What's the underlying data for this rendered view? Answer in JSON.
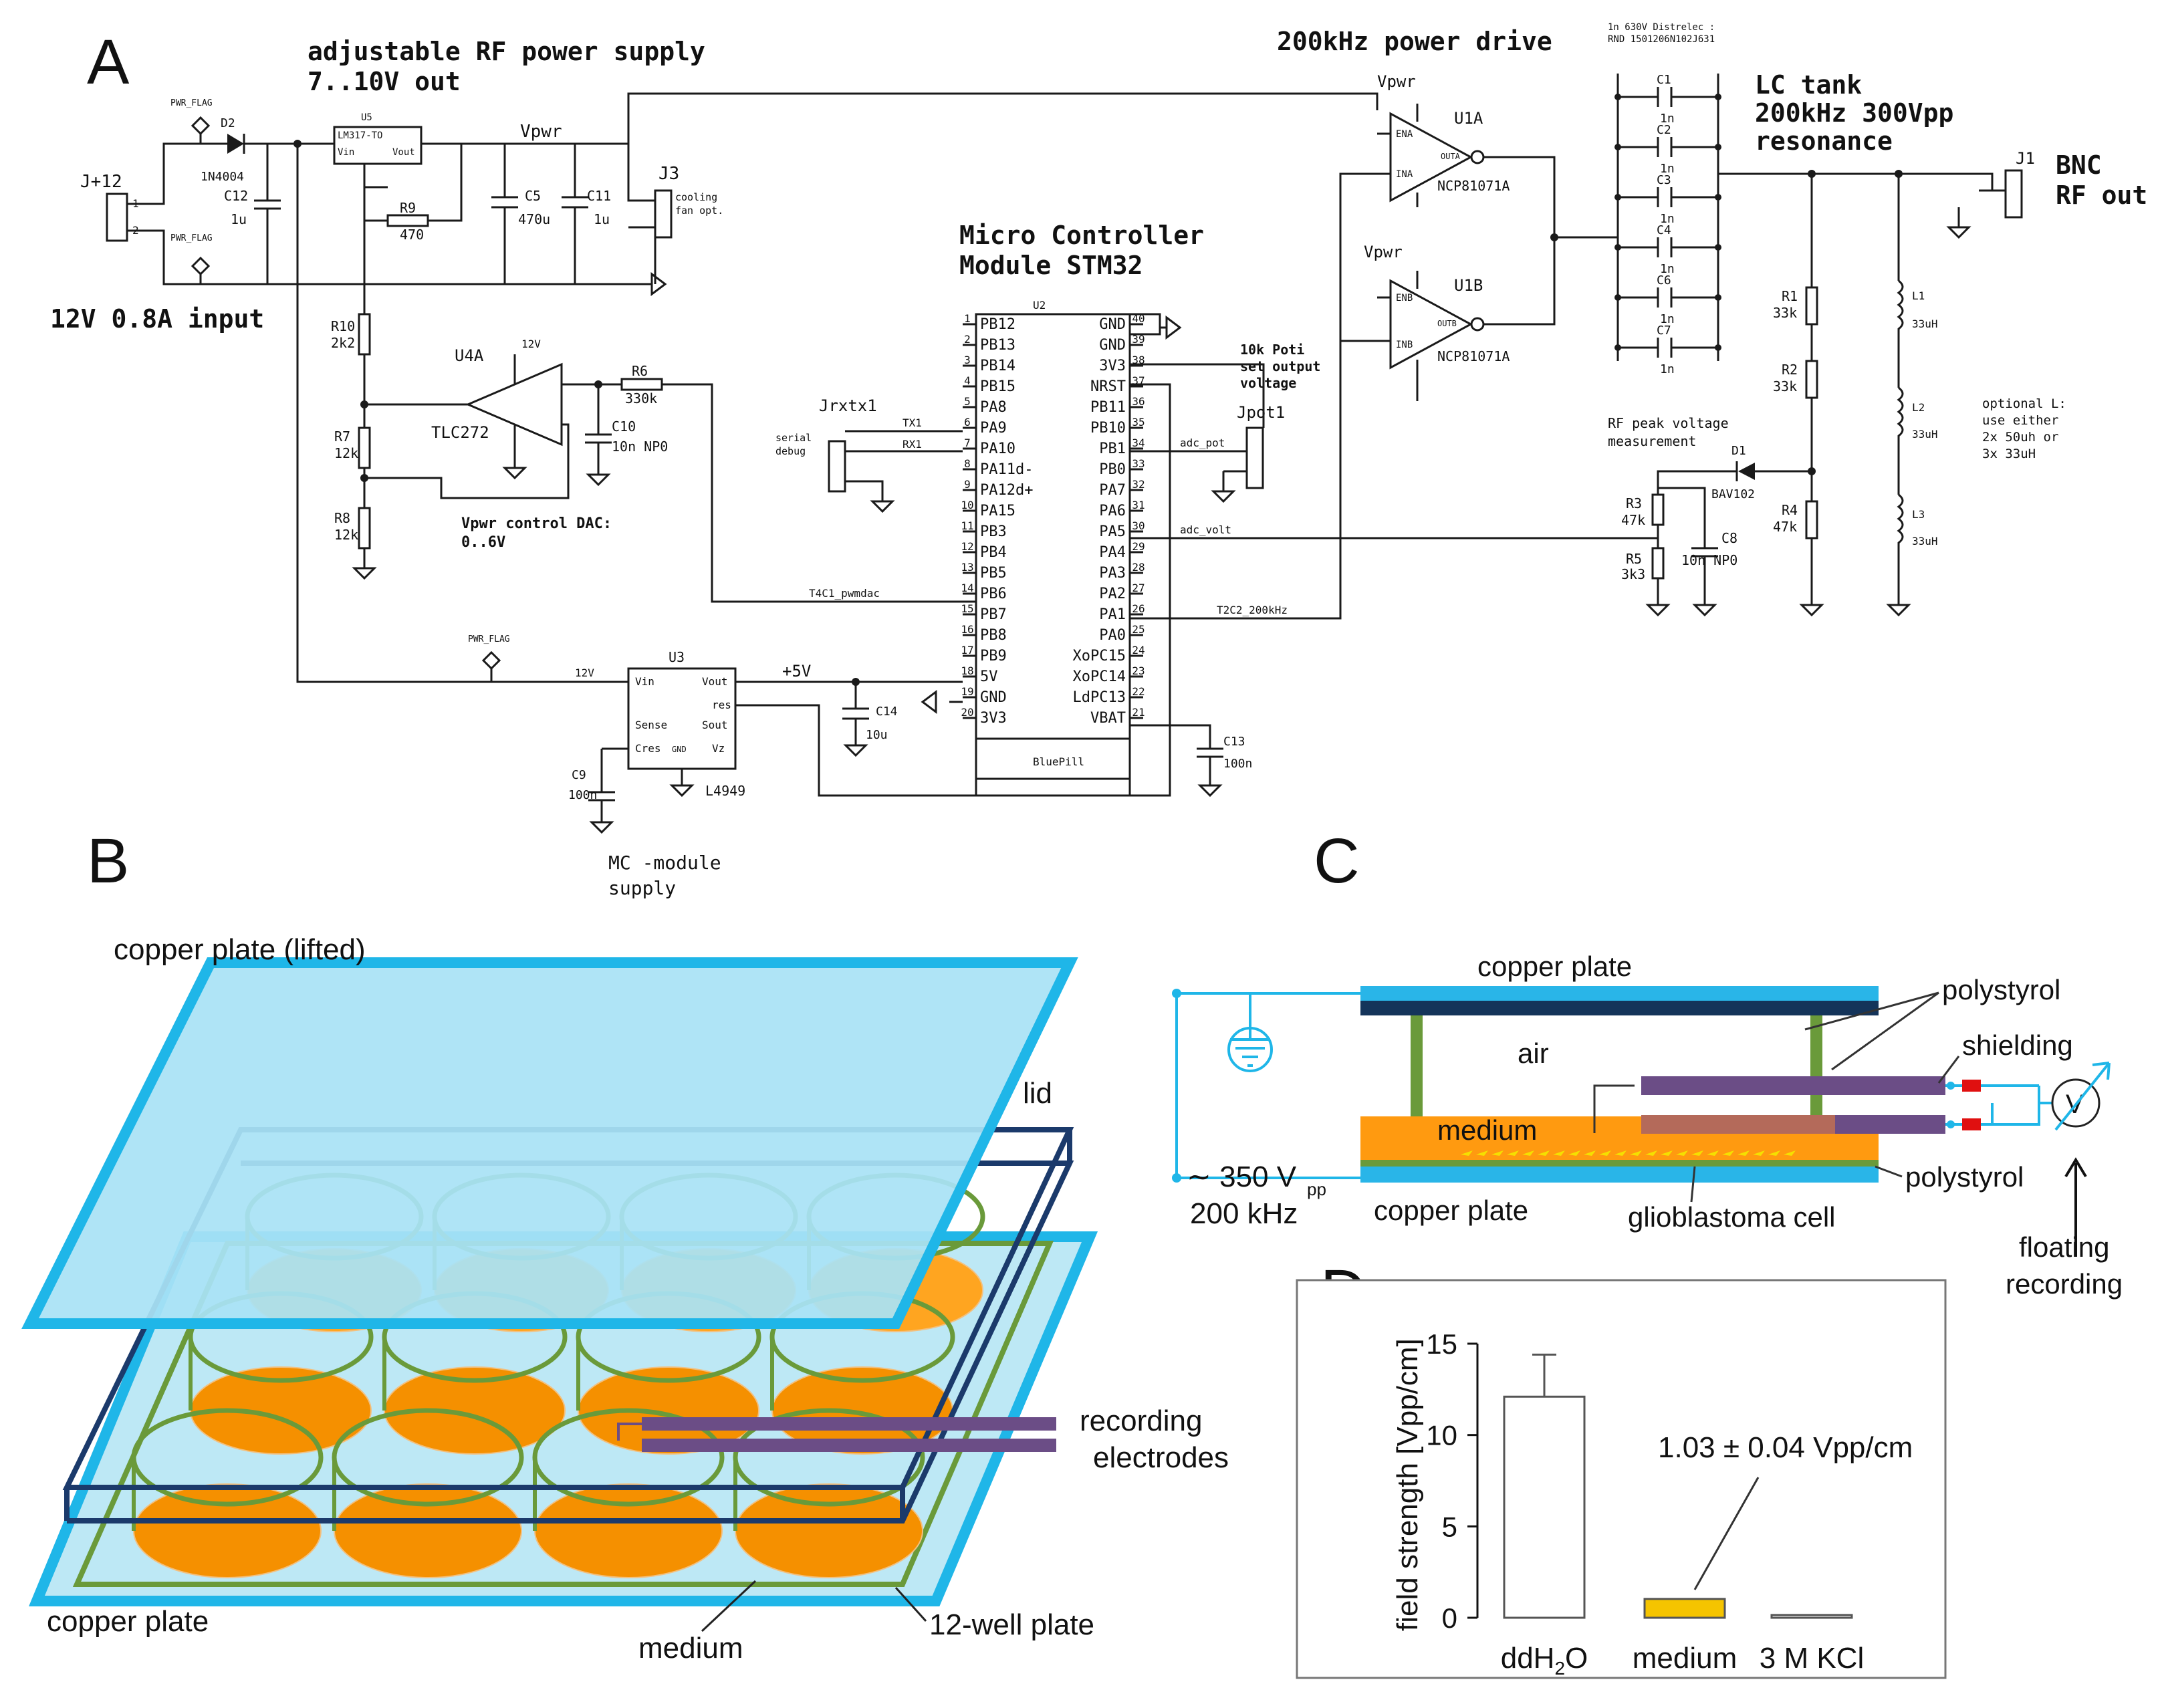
{
  "panels": {
    "A": "A",
    "B": "B",
    "C": "C",
    "D": "D"
  },
  "schematic": {
    "title_supply": "adjustable RF power supply",
    "title_supply_out": "7..10V out",
    "title_drive": "200kHz power drive",
    "title_lc": "LC tank",
    "title_lc2": "200kHz 300Vpp",
    "title_lc3": "resonance",
    "title_mcu": "Micro Controller",
    "title_mcu2": "Module STM32",
    "input_label": "12V 0.8A input",
    "bnc": "BNC",
    "rf_out": "RF out",
    "distrelec": "1n 630V Distrelec :",
    "distrelec2": "RND 1501206N102J631",
    "jplus12": "J+12",
    "pwr_flag": "PWR_FLAG",
    "d2": "D2",
    "d2_val": "1N4004",
    "c12": "C12",
    "c12_val": "1u",
    "u5": "U5",
    "u5_val": "LM317-TO",
    "u5_vin": "Vin",
    "u5_vout": "Vout",
    "r9": "R9",
    "r9_val": "470",
    "vpwr": "Vpwr",
    "c5": "C5",
    "c5_val": "470u",
    "c11": "C11",
    "c11_val": "1u",
    "j3": "J3",
    "j3_desc": "cooling",
    "j3_desc2": "fan opt.",
    "r10": "R10",
    "r10_val": "2k2",
    "r7": "R7",
    "r7_val": "12k",
    "r8": "R8",
    "r8_val": "12k",
    "u4a": "U4A",
    "u4a_val": "TLC272",
    "u4a_12v": "12V",
    "r6": "R6",
    "r6_val": "330k",
    "c10": "C10",
    "c10_val": "10n NP0",
    "dac_label": "Vpwr control DAC:",
    "dac_label2": "0..6V",
    "u3": "U3",
    "u3_val": "L4949",
    "u3_vin": "Vin",
    "u3_vout": "Vout",
    "u3_res": "res",
    "u3_sense": "Sense",
    "u3_sout": "Sout",
    "u3_cres": "Cres",
    "u3_vz": "Vz",
    "u3_gnd": "GND",
    "u3_12v": "12V",
    "plus5v": "+5V",
    "c9": "C9",
    "c9_val": "100n",
    "c14": "C14",
    "c14_val": "10u",
    "c13": "C13",
    "c13_val": "100n",
    "mc_supply": "MC -module",
    "mc_supply2": "supply",
    "u2": "U2",
    "bluepill": "BluePill",
    "jrxtx": "Jrxtx1",
    "serial": "serial",
    "serial2": "debug",
    "tx1": "TX1",
    "rx1": "RX1",
    "jpot": "Jpot1",
    "poti": "10k Poti",
    "poti2": "set output",
    "poti3": "voltage",
    "adc_pot": "adc_pot",
    "adc_volt": "adc_volt",
    "t4c1": "T4C1_pwmdac",
    "t2c2": "T2C2_200kHz",
    "u1a": "U1A",
    "u1b": "U1B",
    "ncp": "NCP81071A",
    "ena": "ENA",
    "ina": "INA",
    "outa": "OUTA",
    "outb": "OUTB",
    "enb": "ENB",
    "inb": "INB",
    "caps": [
      "C1",
      "C2",
      "C3",
      "C4",
      "C6",
      "C7"
    ],
    "cap_val": "1n",
    "r1": "R1",
    "r1_val": "33k",
    "r2": "R2",
    "r2_val": "33k",
    "r3": "R3",
    "r3_val": "47k",
    "r4": "R4",
    "r4_val": "47k",
    "r5": "R5",
    "r5_val": "3k3",
    "c8": "C8",
    "c8_val": "10n NP0",
    "d1": "D1",
    "d1_val": "BAV102",
    "rf_meas": "RF peak voltage",
    "rf_meas2": "measurement",
    "l1": "L1",
    "l2": "L2",
    "l3": "L3",
    "l_val": "33uH",
    "opt_l": "optional L:",
    "opt_l2": "use either",
    "opt_l3": "2x 50uh or",
    "opt_l4": "3x 33uH",
    "j1": "J1",
    "mcu_left": [
      "PB12",
      "PB13",
      "PB14",
      "PB15",
      "PA8",
      "PA9",
      "PA10",
      "PA11d-",
      "PA12d+",
      "PA15",
      "PB3",
      "PB4",
      "PB5",
      "PB6",
      "PB7",
      "PB8",
      "PB9",
      "5V",
      "GND",
      "3V3"
    ],
    "mcu_right": [
      "GND",
      "GND",
      "3V3",
      "NRST",
      "PB11",
      "PB10",
      "PB1",
      "PB0",
      "PA7",
      "PA6",
      "PA5",
      "PA4",
      "PA3",
      "PA2",
      "PA1",
      "PA0",
      "XoPC15",
      "XoPC14",
      "LdPC13",
      "VBAT"
    ],
    "mcu_left_nums": [
      "1",
      "2",
      "3",
      "4",
      "5",
      "6",
      "7",
      "8",
      "9",
      "10",
      "11",
      "12",
      "13",
      "14",
      "15",
      "16",
      "17",
      "18",
      "19",
      "20"
    ],
    "mcu_right_nums": [
      "40",
      "39",
      "38",
      "37",
      "36",
      "35",
      "34",
      "33",
      "32",
      "31",
      "30",
      "29",
      "28",
      "27",
      "26",
      "25",
      "24",
      "23",
      "22",
      "21"
    ]
  },
  "panel_b": {
    "copper_top": "copper plate (lifted)",
    "lid": "lid",
    "electrodes": "recording",
    "electrodes2": "electrodes",
    "copper_bottom": "copper plate",
    "medium": "medium",
    "plate": "12-well plate"
  },
  "panel_c": {
    "copper_top": "copper plate",
    "polystyrol_top": "polystyrol",
    "air": "air",
    "shielding": "shielding",
    "medium": "medium",
    "voltage": "∼ 350 V",
    "voltage_sub": "pp",
    "freq": "200 kHz",
    "copper_bottom": "copper plate",
    "cell": "glioblastoma cell",
    "polystyrol_bottom": "polystyrol",
    "floating": "floating",
    "floating2": "recording",
    "meter": "V"
  },
  "chart_data": {
    "type": "bar",
    "categories": [
      "ddH2O",
      "medium",
      "3 M KCl"
    ],
    "values": [
      12.1,
      1.03,
      0.15
    ],
    "errors": [
      2.3,
      0.04,
      0
    ],
    "ylabel": "field strength [Vpp/cm]",
    "ylim": [
      0,
      15
    ],
    "yticks": [
      0,
      5,
      10,
      15
    ],
    "annotation": "1.03 ± 0.04 Vpp/cm",
    "colors": [
      "#ffffff",
      "#f5c400",
      "#ffffff"
    ]
  }
}
